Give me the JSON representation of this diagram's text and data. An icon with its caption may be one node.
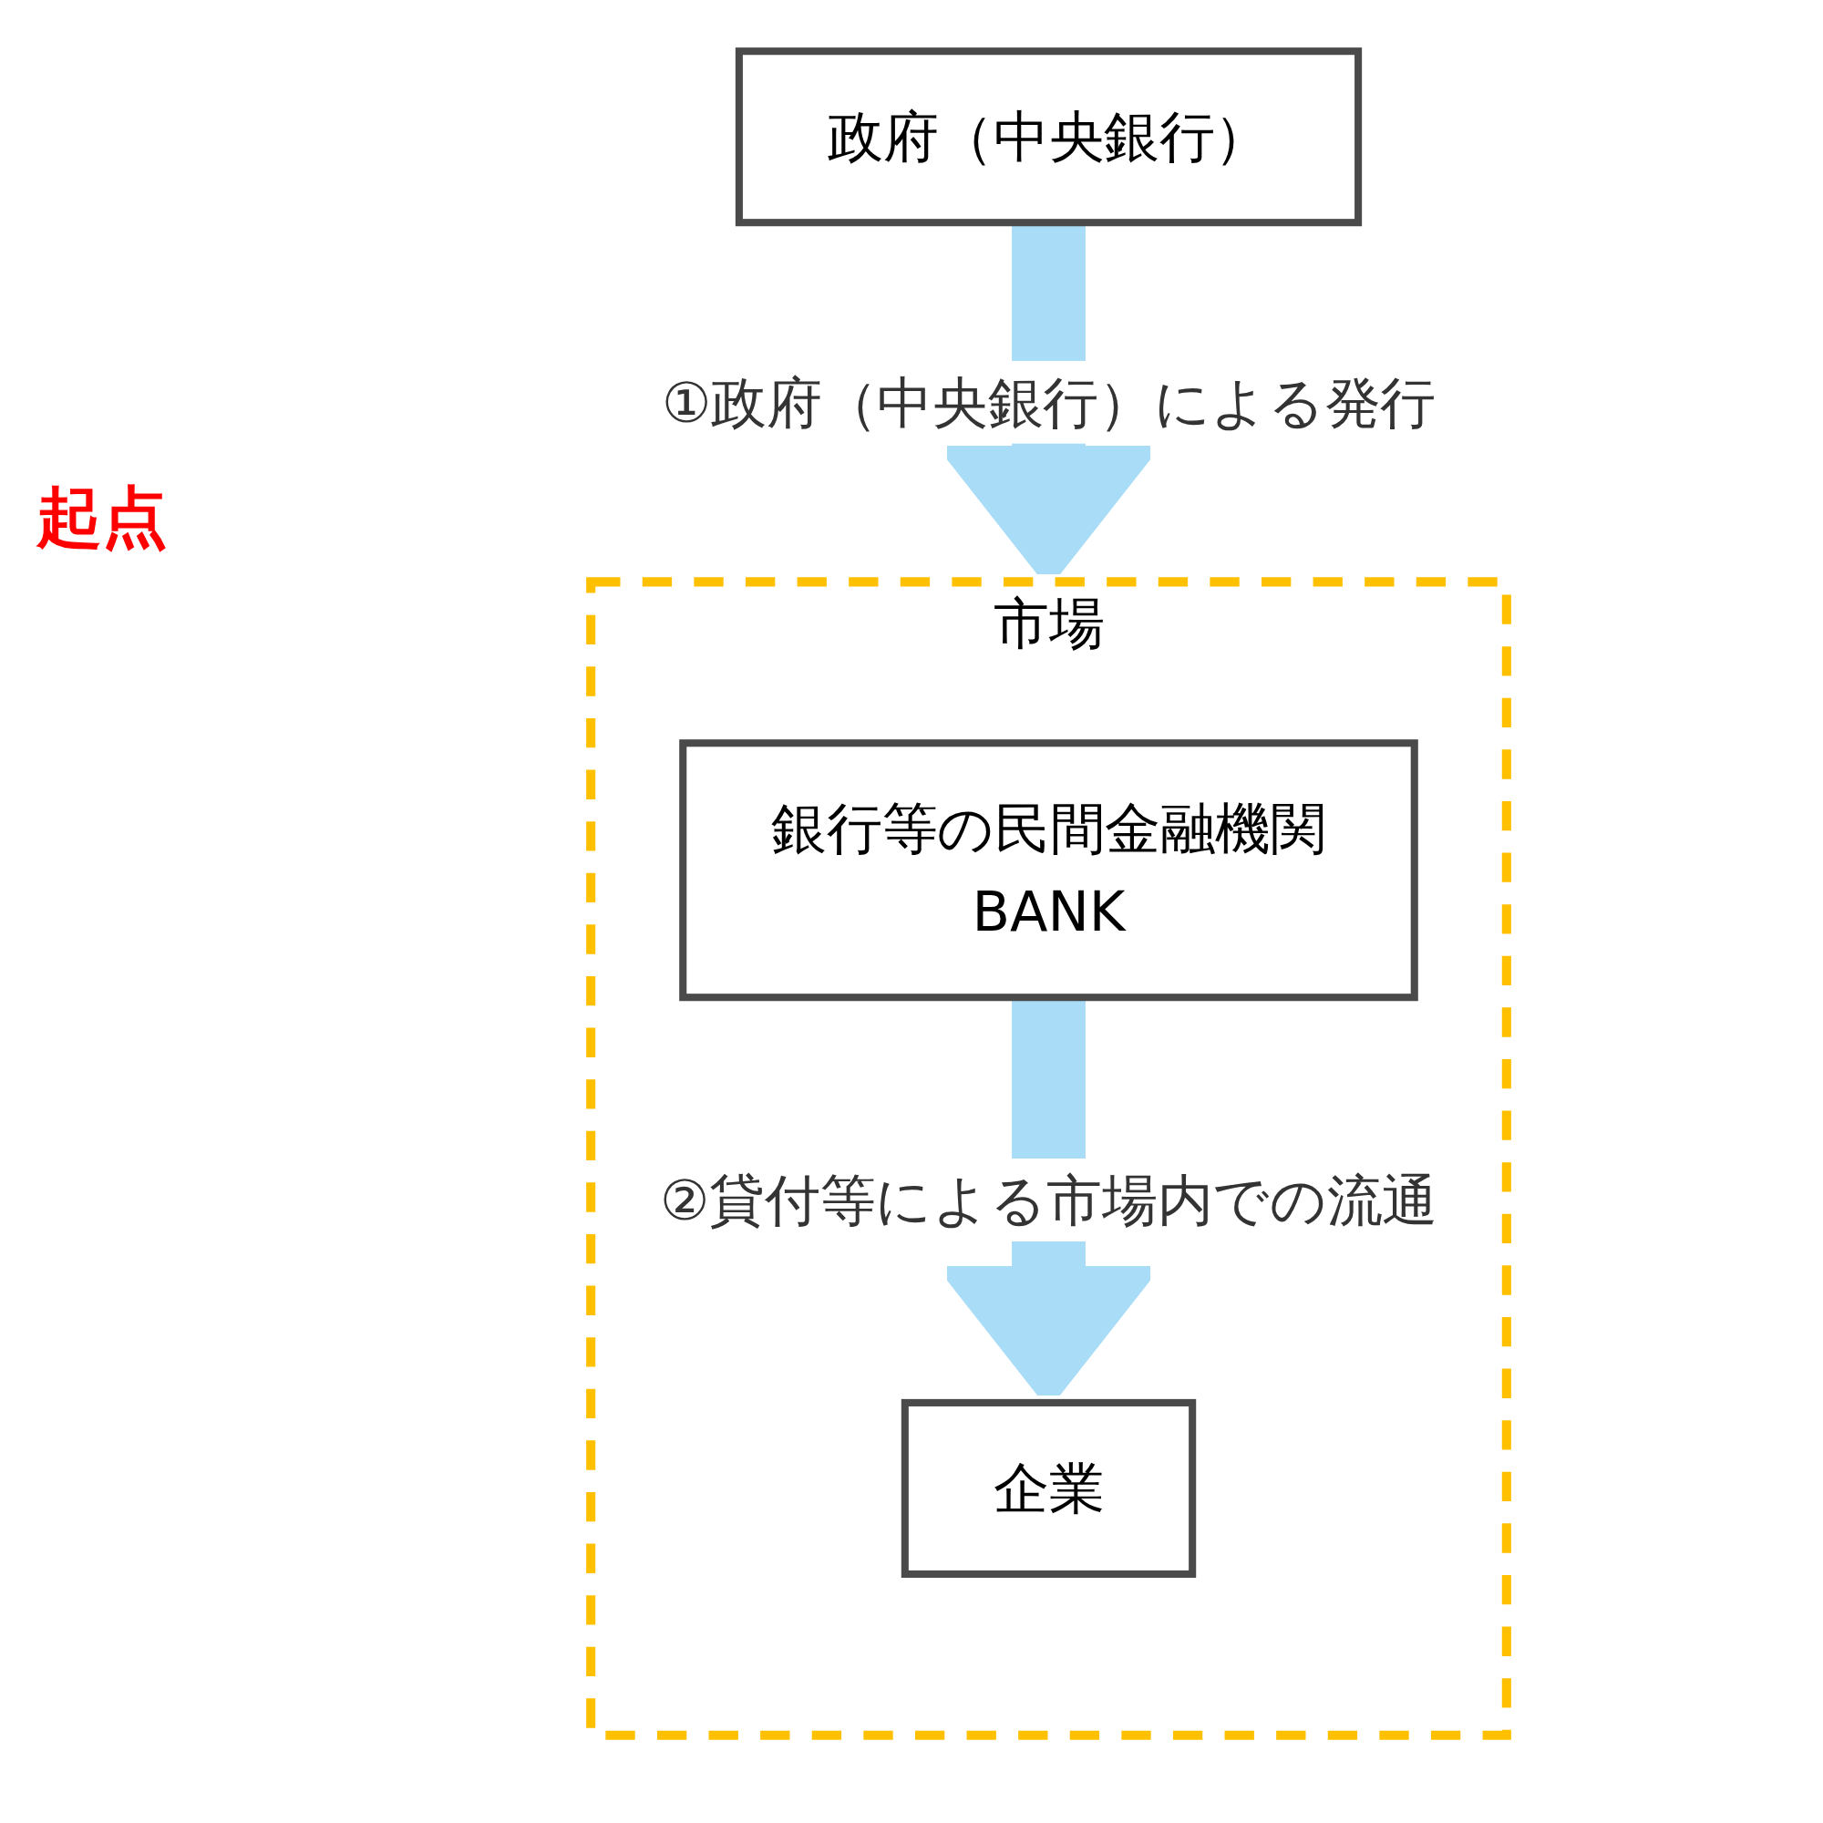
{
  "diagram": {
    "nodes": [
      {
        "text": [
          "政府（中央銀行）"
        ]
      },
      {
        "text": [
          "市場"
        ]
      },
      {
        "text": [
          "銀行等の民間金融機関",
          "BANK"
        ],
        "in": 1
      },
      {
        "text": [
          "企業"
        ],
        "in": 1
      }
    ],
    "edges": [
      {
        "from": 0,
        "to": 1,
        "arrow": "to",
        "label": "①政府（中央銀行）による発行"
      },
      {
        "from": 2,
        "to": 3,
        "arrow": "to",
        "label": "②貸付等による市場内での流通"
      }
    ],
    "labels": [
      "起点"
    ]
  }
}
